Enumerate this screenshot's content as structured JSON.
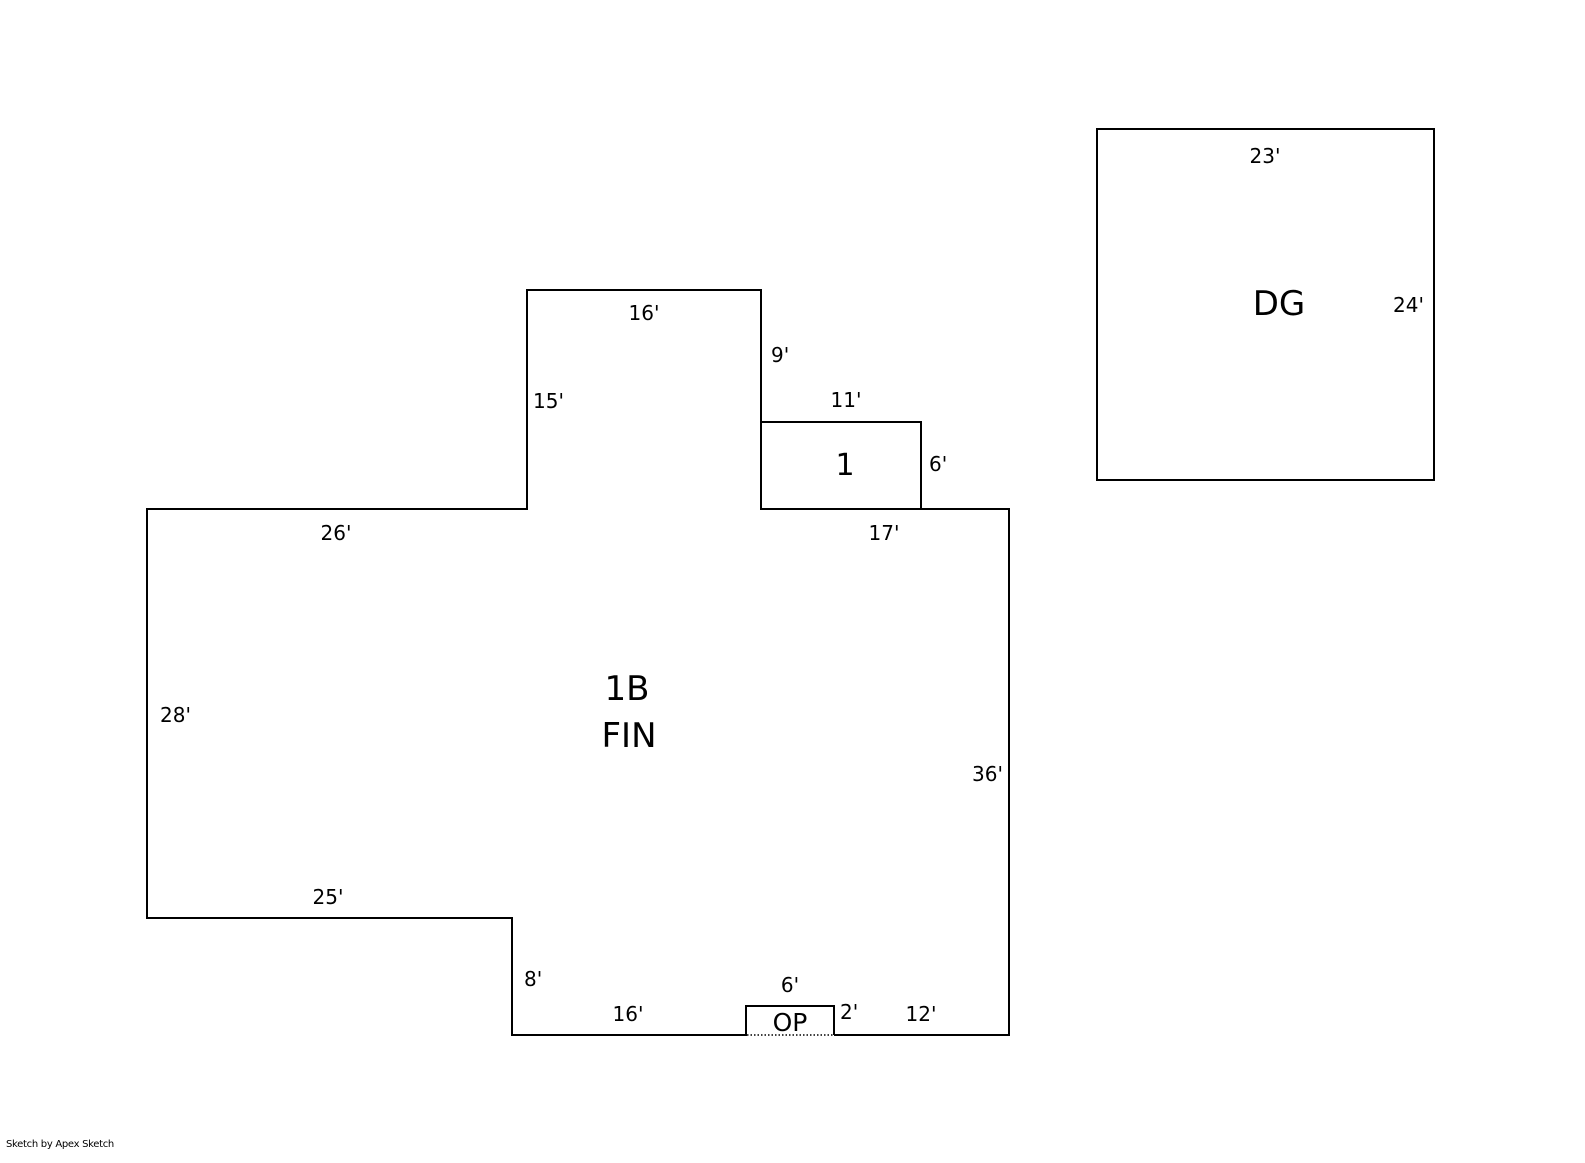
{
  "sketch": {
    "areas": [
      {
        "id": "main",
        "label_line1": "1B",
        "label_line2": "FIN",
        "dimensions": {
          "top_left": "26'",
          "bump_left": "15'",
          "bump_top": "16'",
          "bump_right": "9'",
          "top_right": "17'",
          "right": "36'",
          "bottom_right": "12'",
          "bottom_mid": "16'",
          "notch_right": "8'",
          "notch_bottom": "25'",
          "left": "28'"
        }
      },
      {
        "id": "room-1",
        "label": "1",
        "dimensions": {
          "top": "11'",
          "right": "6'"
        }
      },
      {
        "id": "porch",
        "label": "OP",
        "dimensions": {
          "top": "6'",
          "side": "2'"
        }
      },
      {
        "id": "garage",
        "label": "DG",
        "dimensions": {
          "top": "23'",
          "right": "24'"
        }
      }
    ]
  },
  "footer": {
    "credit": "Sketch by Apex Sketch"
  }
}
